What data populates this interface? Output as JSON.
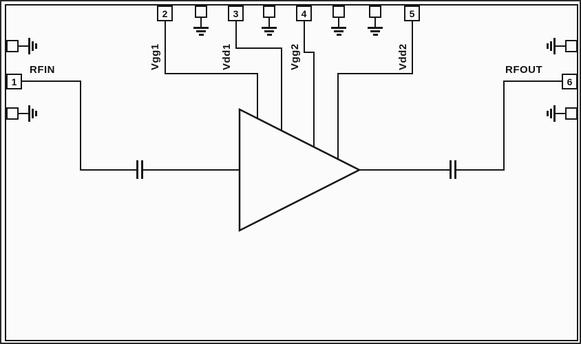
{
  "diagram": {
    "kind": "amplifier-schematic",
    "colors": {
      "line": "#161616",
      "background": "#fbfbfb"
    },
    "symbols": {
      "amplifier": "triangle-right",
      "series_capacitor": "parallel-plates",
      "ground": "earth-ground"
    }
  },
  "pins": [
    {
      "number": "1",
      "label": "RFIN"
    },
    {
      "number": "2",
      "label": "Vgg1"
    },
    {
      "number": "3",
      "label": "Vdd1"
    },
    {
      "number": "4",
      "label": "Vgg2"
    },
    {
      "number": "5",
      "label": "Vdd2"
    },
    {
      "number": "6",
      "label": "RFOUT"
    }
  ]
}
